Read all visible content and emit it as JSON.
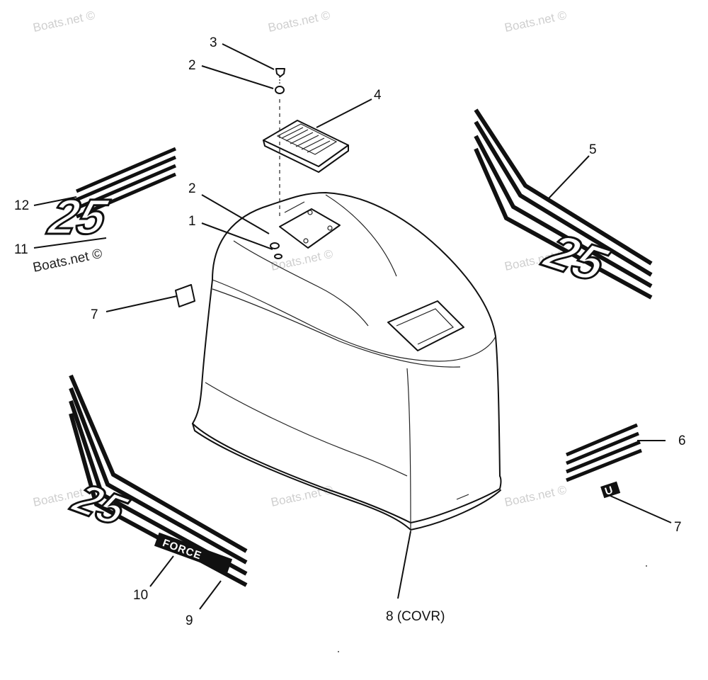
{
  "watermark": "Boats.net ©",
  "callouts": {
    "c1": "1",
    "c2a": "2",
    "c2b": "2",
    "c3": "3",
    "c4": "4",
    "c5": "5",
    "c6": "6",
    "c7a": "7",
    "c7b": "7",
    "c8": "8 (COVR)",
    "c9": "9",
    "c10": "10",
    "c11": "11",
    "c12": "12"
  },
  "decals": {
    "left_number": "25",
    "right_number": "25",
    "bottom_number": "25",
    "brand_word": "FORCE",
    "small_tag": "U"
  }
}
